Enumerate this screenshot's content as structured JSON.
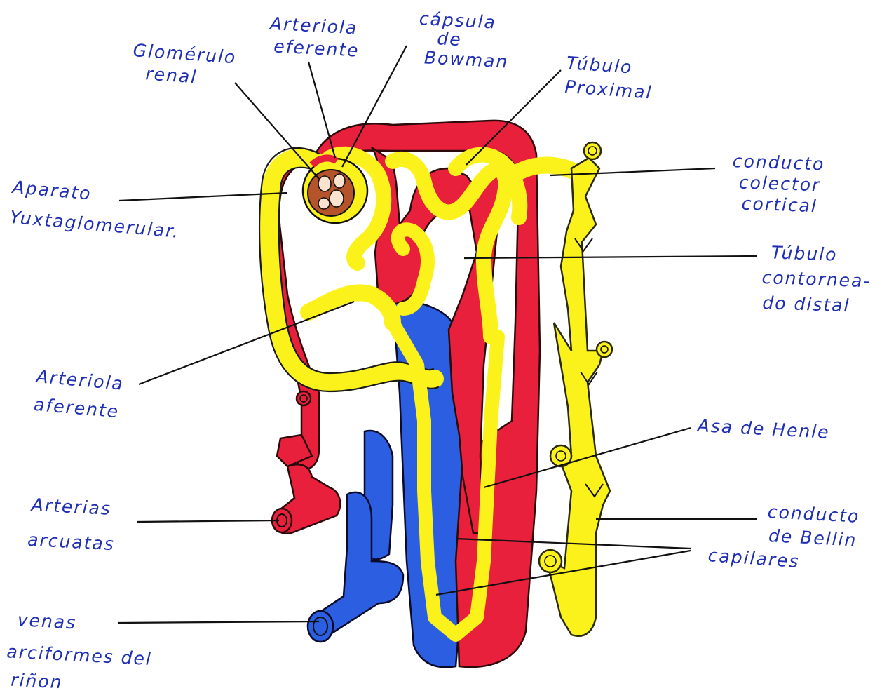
{
  "labels": {
    "glomerulo": [
      "Glomérulo",
      "renal"
    ],
    "arteriola_eferente": [
      "Arteriola",
      "eferente"
    ],
    "capsula": [
      "cápsula",
      "de",
      "Bowman"
    ],
    "tubulo_proximal": [
      "Túbulo",
      "Proximal"
    ],
    "aparato": [
      "Aparato",
      "Yuxtaglomerular."
    ],
    "conducto_colector": [
      "conducto",
      "colector",
      "cortical"
    ],
    "tubulo_distal": [
      "Túbulo",
      "contornea-",
      "do distal"
    ],
    "arteriola_aferente": [
      "Arteriola",
      "aferente"
    ],
    "asa_henle": [
      "Asa de Henle"
    ],
    "arterias_arcuatas": [
      "Arterias",
      "arcuatas"
    ],
    "conducto_bellini": [
      "conducto",
      "de Bellin"
    ],
    "capilares": [
      "capilares"
    ],
    "venas": [
      "venas",
      "arciformes del",
      "riñon"
    ]
  },
  "colors": {
    "artery": "#e8203c",
    "tubule": "#fbf21b",
    "vein": "#2b5ee0",
    "glomerulus": "#b5532a",
    "label_ink": "#1f2fb5"
  }
}
